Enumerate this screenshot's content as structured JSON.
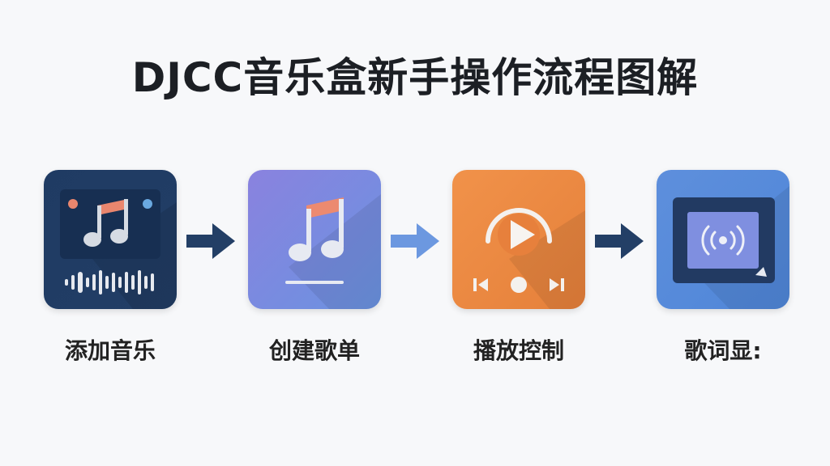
{
  "title": "DJCC音乐盒新手操作流程图解",
  "steps": [
    {
      "label": "添加音乐",
      "icon": "music-note-waveform-icon"
    },
    {
      "label": "创建歌单",
      "icon": "music-note-playlist-icon"
    },
    {
      "label": "播放控制",
      "icon": "play-controls-icon"
    },
    {
      "label": "歌词显:",
      "icon": "broadcast-display-icon"
    }
  ],
  "colors": {
    "navy": "#1e3a5f",
    "violet": "#7f88e0",
    "orange": "#ee8a3c",
    "blue": "#5b8fde",
    "note": "#e9866e"
  }
}
